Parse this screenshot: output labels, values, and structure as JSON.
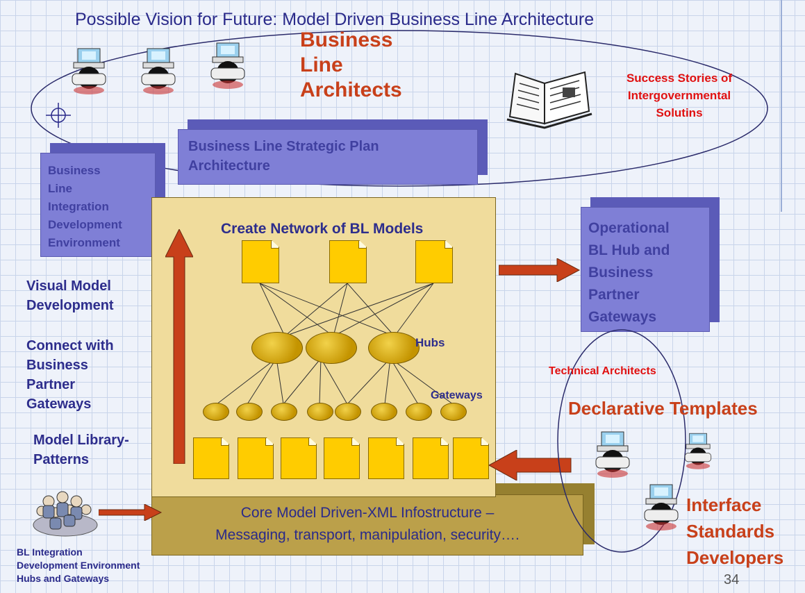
{
  "title": "Possible Vision for Future:  Model Driven Business Line Architecture",
  "business_line_architects": [
    "Business",
    "Line",
    "Architects"
  ],
  "success_stories": [
    "Success Stories of",
    "Intergovernmental",
    "Solutins"
  ],
  "strategic_plan": [
    "Business Line Strategic Plan",
    "Architecture"
  ],
  "integration_env": [
    "Business",
    "Line",
    "Integration",
    "Development",
    "Environment"
  ],
  "network_title": "Create Network of BL Models",
  "hubs_label": "Hubs",
  "gateways_label": "Gateways",
  "operational": [
    "Operational",
    "BL Hub and",
    "Business",
    "Partner",
    "Gateways"
  ],
  "left_labels": {
    "visual": [
      "Visual Model",
      "Development"
    ],
    "connect": [
      "Connect with",
      "Business",
      "Partner",
      "Gateways"
    ],
    "library": [
      "Model Library-",
      "Patterns"
    ]
  },
  "technical_architects": "Technical Architects",
  "declarative_templates": "Declarative Templates",
  "interface_standards": [
    "Interface",
    "Standards",
    "Developers"
  ],
  "core_infra": [
    "Core  Model Driven-XML Infostructure –",
    "Messaging, transport, manipulation, security…."
  ],
  "bl_integration": [
    "BL Integration",
    "Development Environment",
    "Hubs and Gateways"
  ],
  "slide_number": "34",
  "colors": {
    "accent_red": "#c8401a",
    "navy_text": "#2d2d8c",
    "box_purple": "#7f7fd6",
    "panel_tan": "#f0dc9c",
    "doc_yellow": "#ffcc00"
  }
}
